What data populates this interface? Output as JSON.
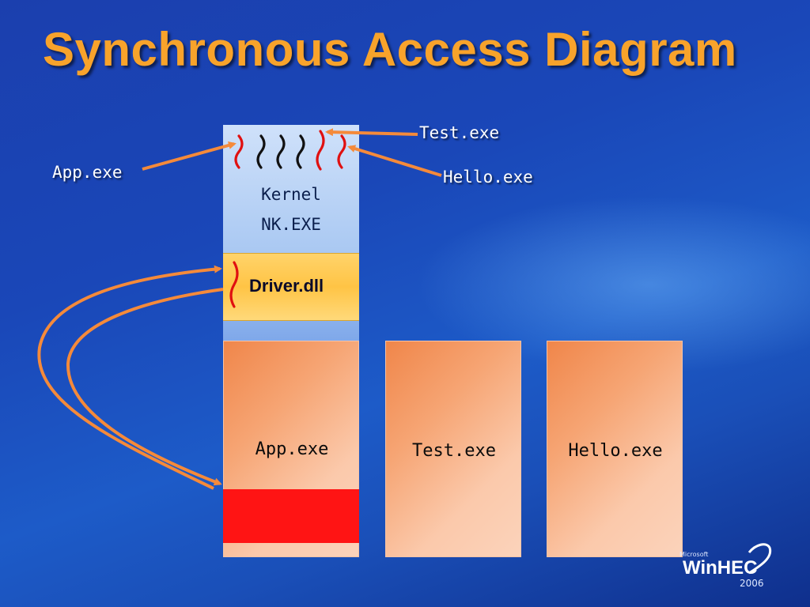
{
  "title": "Synchronous Access Diagram",
  "labels": {
    "app_exe": "App.exe",
    "test_exe": "Test.exe",
    "hello_exe": "Hello.exe"
  },
  "kernel": {
    "line1": "Kernel",
    "line2": "NK.EXE"
  },
  "driver": {
    "label": "Driver.dll"
  },
  "processes": [
    {
      "label": "App.exe"
    },
    {
      "label": "Test.exe"
    },
    {
      "label": "Hello.exe"
    }
  ],
  "logo": {
    "microsoft": "Microsoft",
    "name": "WinHEC",
    "year": "2006"
  },
  "colors": {
    "title": "#f8a32b",
    "arrow": "#f58a3a",
    "thread_red": "#e01010",
    "thread_black": "#111111"
  }
}
